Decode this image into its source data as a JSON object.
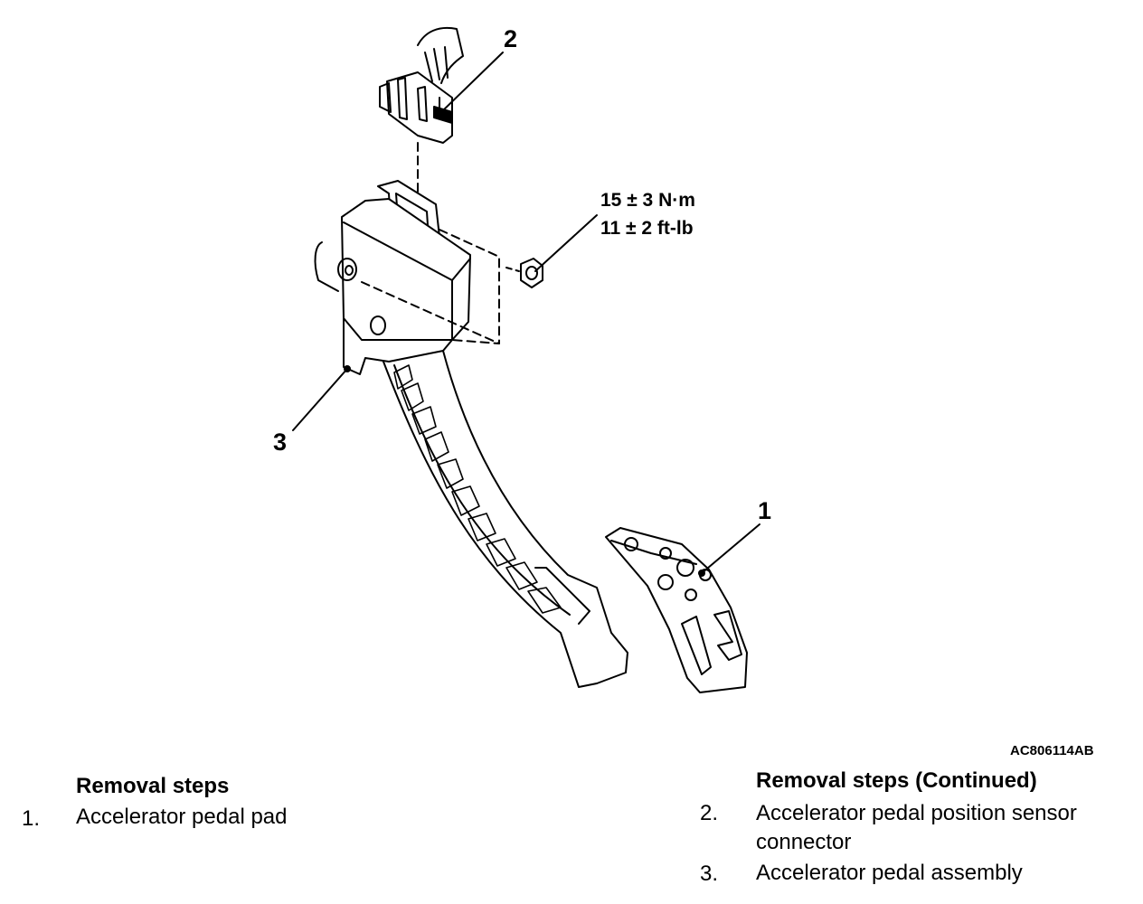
{
  "callouts": {
    "c1": "1",
    "c2": "2",
    "c3": "3"
  },
  "torque": {
    "metric": "15 ± 3 N·m",
    "imperial": "11 ± 2 ft-lb"
  },
  "figure_id": "AC806114AB",
  "removal_left": {
    "title": "Removal steps",
    "steps": [
      {
        "num": "1.",
        "text": "Accelerator pedal pad"
      }
    ]
  },
  "removal_right": {
    "title": "Removal steps (Continued)",
    "steps": [
      {
        "num": "2.",
        "text_line1": "Accelerator pedal position sensor",
        "text_line2": "connector"
      },
      {
        "num": "3.",
        "text_line1": "Accelerator pedal assembly"
      }
    ]
  },
  "icons": [
    "wiring-harness-icon",
    "connector-icon",
    "pedal-assembly-icon",
    "nut-icon",
    "pedal-pad-icon"
  ]
}
